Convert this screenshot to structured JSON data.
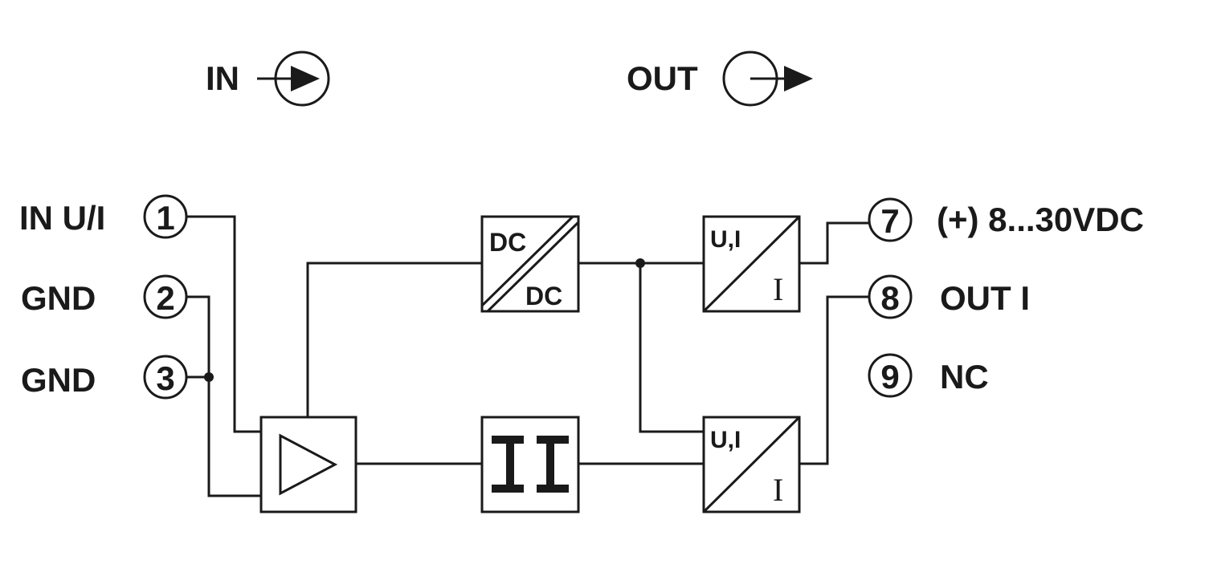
{
  "legend": {
    "in_label": "IN",
    "out_label": "OUT"
  },
  "terminals": [
    {
      "number": "1",
      "label": "IN U/I"
    },
    {
      "number": "2",
      "label": "GND"
    },
    {
      "number": "3",
      "label": "GND"
    },
    {
      "number": "7",
      "label": "(+) 8...30VDC"
    },
    {
      "number": "8",
      "label": "OUT I"
    },
    {
      "number": "9",
      "label": "NC"
    }
  ],
  "blocks": {
    "dcdc": {
      "top": "DC",
      "bottom": "DC"
    },
    "converter_top": {
      "top": "U,I",
      "bottom": "I"
    },
    "converter_bottom": {
      "top": "U,I",
      "bottom": "I"
    }
  },
  "colors": {
    "line": "#1a1a1a",
    "background": "#ffffff"
  }
}
